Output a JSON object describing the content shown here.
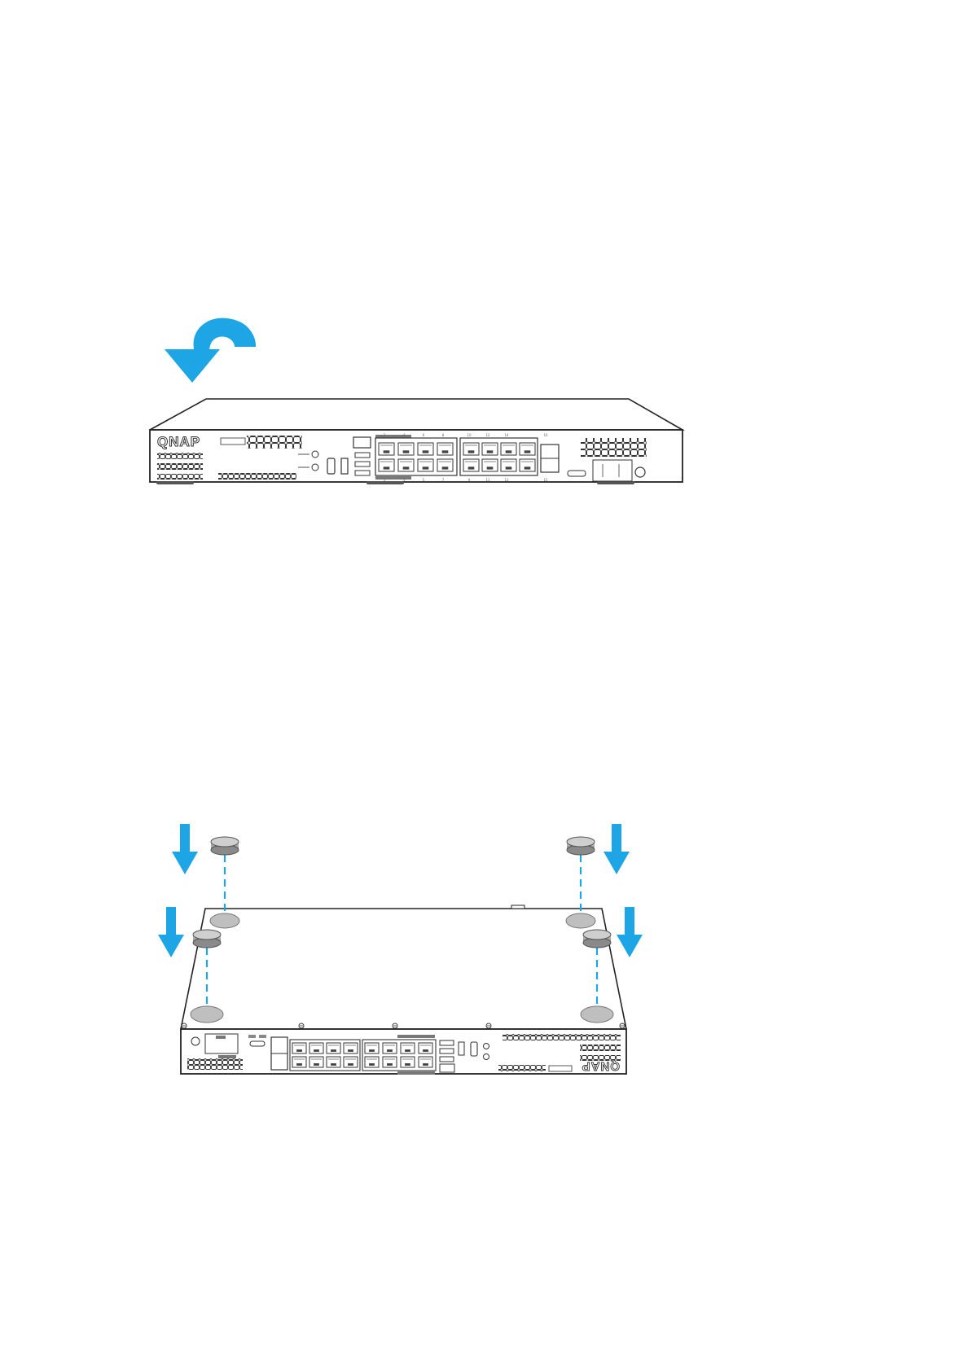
{
  "figure1": {
    "brand": "QNAP",
    "top_port_numbers": [
      "2",
      "4",
      "6",
      "8",
      "10",
      "12",
      "14",
      "16"
    ],
    "bottom_port_numbers": [
      "1",
      "3",
      "5",
      "7",
      "9",
      "11",
      "13",
      "15"
    ]
  },
  "figure2": {
    "brand": "QNAP"
  },
  "colors": {
    "arrow": "#1ea5e6",
    "outline": "#222222",
    "foot": "#b3b3b3",
    "dash": "#1ea5e6"
  }
}
